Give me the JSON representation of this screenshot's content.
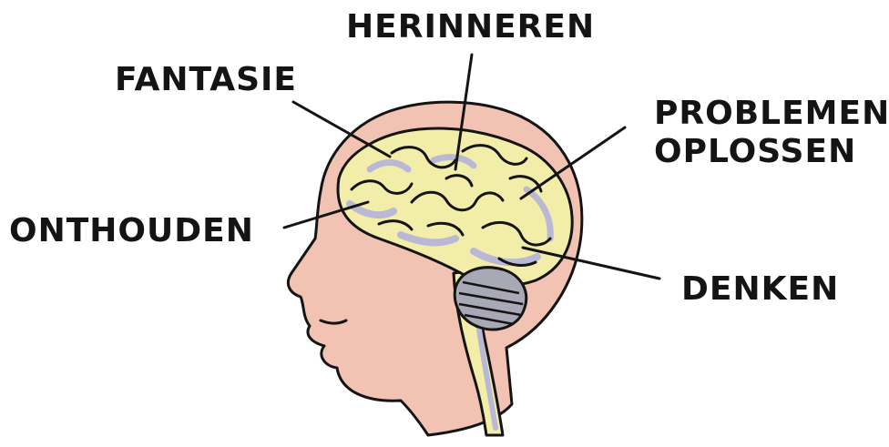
{
  "labels": {
    "herinneren": "HERINNEREN",
    "fantasie": "FANTASIE",
    "problemen_oplossen": [
      "PROBLEMEN",
      "OPLOSSEN"
    ],
    "onthouden": "ONTHOUDEN",
    "denken": "DENKEN"
  },
  "colors": {
    "skin": "#f2c3b3",
    "brain": "#f2eeaa",
    "brain_shadow": "#b9b9d6",
    "cerebellum": "#a9a9b6",
    "outline": "#141414"
  }
}
